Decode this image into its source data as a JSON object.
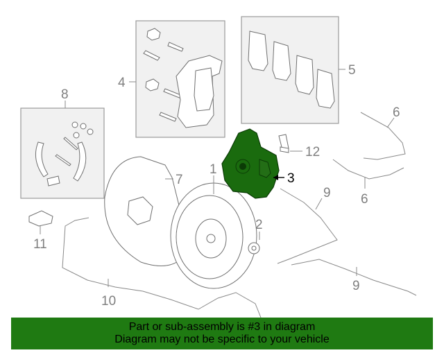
{
  "labels": {
    "l1": "1",
    "l2": "2",
    "l3": "3",
    "l4": "4",
    "l5": "5",
    "l6a": "6",
    "l6b": "6",
    "l7": "7",
    "l8": "8",
    "l9a": "9",
    "l9b": "9",
    "l10": "10",
    "l11": "11",
    "l12": "12"
  },
  "highlight_color": "#1a6b0e",
  "footer": {
    "line1": "Part or sub-assembly is #3 in diagram",
    "line2": "Diagram may not be specific to your vehicle"
  }
}
